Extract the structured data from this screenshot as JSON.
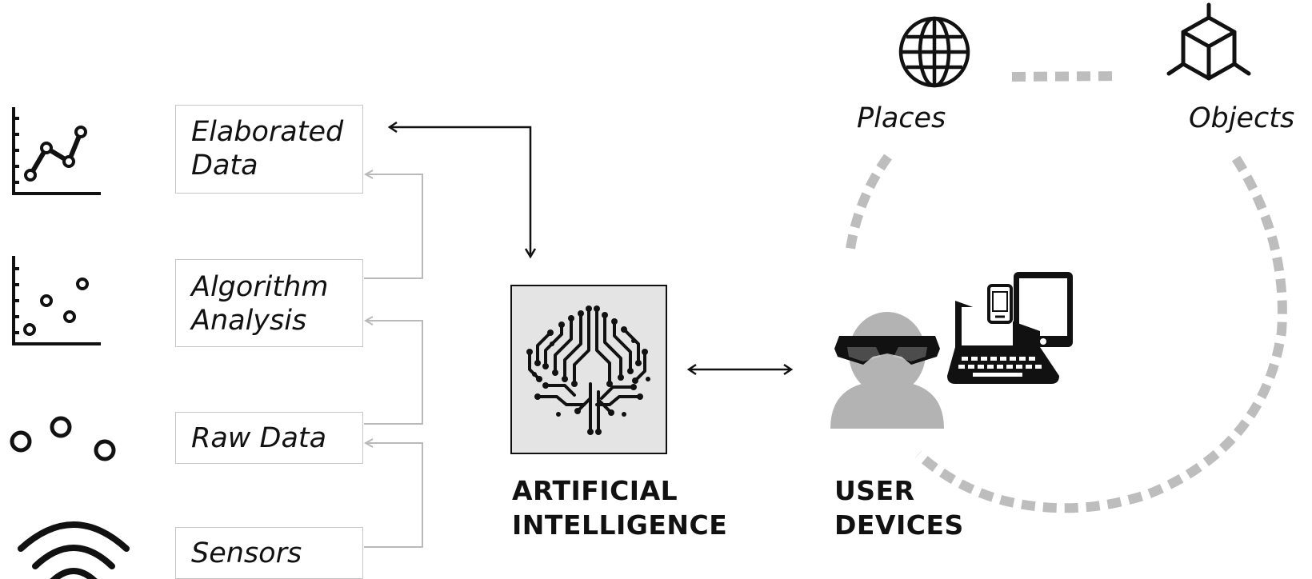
{
  "boxes": {
    "elaborated_data": "Elaborated\nData",
    "algorithm_analysis": "Algorithm\nAnalysis",
    "raw_data": "Raw Data",
    "sensors": "Sensors"
  },
  "ai_heading": "ARTIFICIAL\nINTELLIGENCE",
  "user_heading": "USER\nDEVICES",
  "places_label": "Places",
  "objects_label": "Objects",
  "icons": {
    "line_chart": "line-chart-icon",
    "scatter_chart": "scatter-chart-icon",
    "raw_dots": "dots-icon",
    "sensor_waves": "wifi-signal-icon",
    "brain": "circuit-brain-icon",
    "globe": "globe-icon",
    "cube": "cube-icon",
    "user_vr": "user-with-headset-icon",
    "laptop": "laptop-icon",
    "tablet": "tablet-icon",
    "phone": "phone-icon"
  },
  "colors": {
    "ink": "#111111",
    "box_border": "#c6c6c6",
    "connector_gray": "#b9b9b9",
    "dashed_circle": "#bdbdbd",
    "user_gray": "#b3b3b3",
    "ai_fill": "#e4e4e4"
  }
}
